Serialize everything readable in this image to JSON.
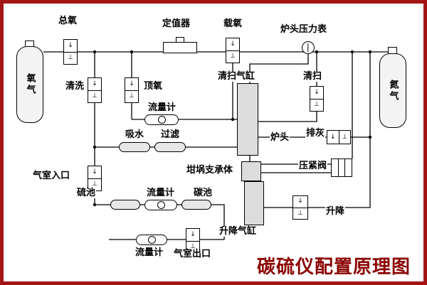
{
  "title": "碳硫仪配置原理图",
  "symbols": {
    "arrow": "↓",
    "tee": "⊥"
  },
  "colors": {
    "frame_border": "#a31515",
    "title_text": "#8b0000",
    "line": "#000000",
    "block_fill": "#dcdcdc"
  },
  "labels": {
    "total_oxygen": "总氧",
    "regulator": "定值器",
    "carrier_oxygen": "载氧",
    "furnace_pressure_gauge": "炉头压力表",
    "oxygen_cylinder": "氧气",
    "nitrogen_cylinder": "氮气",
    "purge": "清洗",
    "top_oxygen": "顶氧",
    "flow_meter_1": "流量计",
    "sweep_cylinder": "清扫气缸",
    "sweep": "清扫",
    "water_absorber": "吸水",
    "filter": "过滤",
    "furnace_head": "炉头",
    "ash_discharge": "排灰",
    "chamber_inlet": "气室入口",
    "crucible_support": "坩埚支承体",
    "press_valve": "压紧阀",
    "sulfur_cell": "硫池",
    "flow_meter_2": "流量计",
    "carbon_cell": "碳池",
    "lift": "升降",
    "lift_cylinder": "升降气缸",
    "flow_meter_3": "流量计",
    "chamber_outlet": "气室出口"
  }
}
